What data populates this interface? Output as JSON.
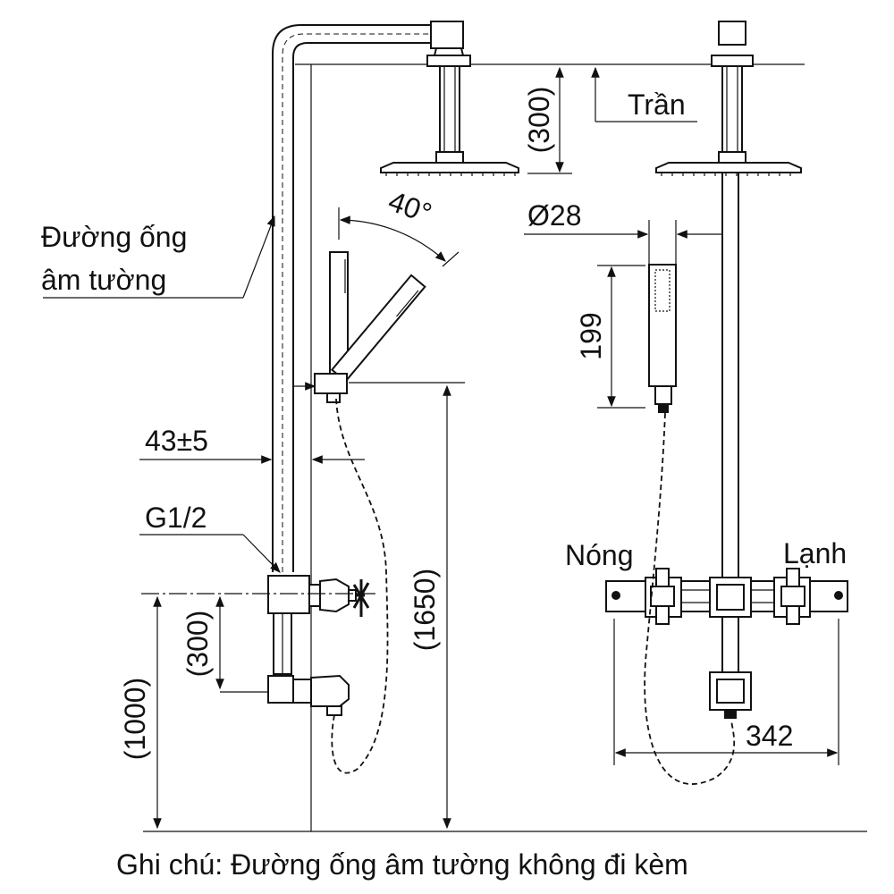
{
  "labels": {
    "ceiling": "Trần",
    "concealed_pipe_line1": "Đường ống",
    "concealed_pipe_line2": "âm tường",
    "angle": "40°",
    "head_drop": "(300)",
    "handshower_diameter": "Ø28",
    "handshower_length": "199",
    "wall_offset": "43±5",
    "thread": "G1/2",
    "hot": "Nóng",
    "cold": "Lạnh",
    "valve_spacing": "(300)",
    "mixer_height": "(1000)",
    "holder_height": "(1650)",
    "mixer_width": "342"
  },
  "note": "Ghi chú: Đường ống âm tường không đi kèm"
}
